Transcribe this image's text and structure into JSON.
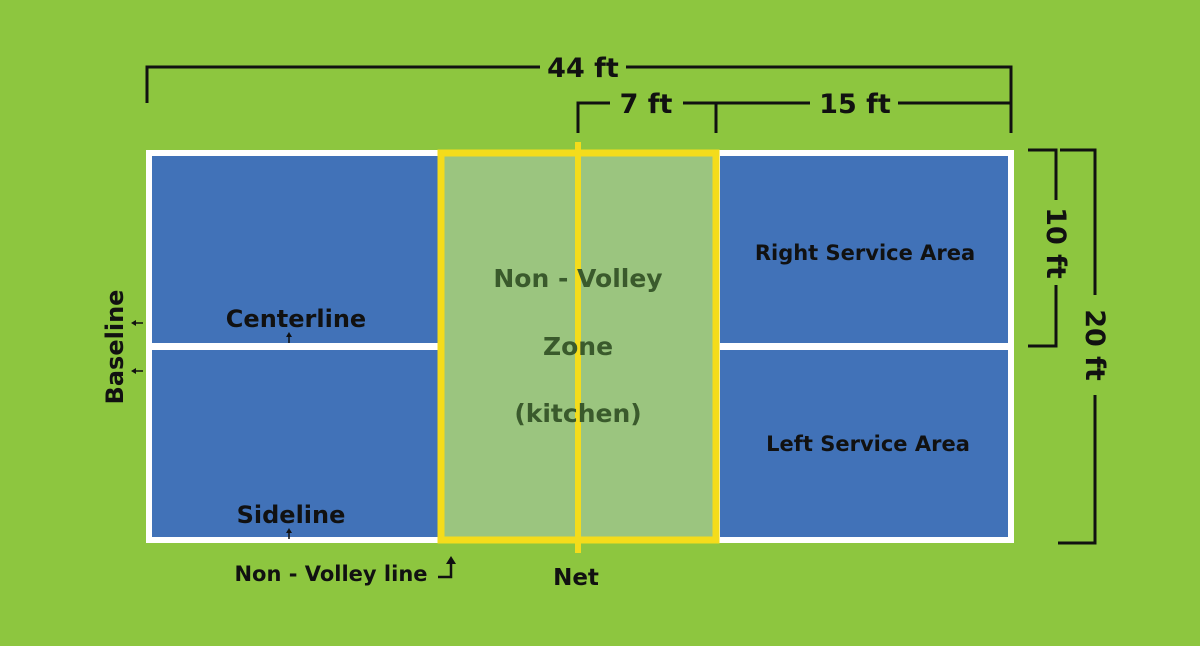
{
  "colors": {
    "background": "#8dc63f",
    "court_blue": "#4172b8",
    "kitchen_green": "#9bc57f",
    "kitchen_border": "#f4dc1b",
    "court_lines": "#ffffff",
    "label_dark": "#111111",
    "kitchen_text": "#3a5a2c"
  },
  "dimensions": {
    "total_length": "44 ft",
    "kitchen_depth": "7 ft",
    "service_length": "15 ft",
    "half_width": "10 ft",
    "total_width": "20 ft"
  },
  "areas": {
    "right_service": "Right Service Area",
    "left_service": "Left Service Area",
    "kitchen_line1": "Non - Volley",
    "kitchen_line2": "Zone",
    "kitchen_line3": "(kitchen)"
  },
  "labels": {
    "centerline": "Centerline",
    "sideline": "Sideline",
    "baseline": "Baseline",
    "non_volley_line": "Non - Volley line",
    "net": "Net"
  }
}
